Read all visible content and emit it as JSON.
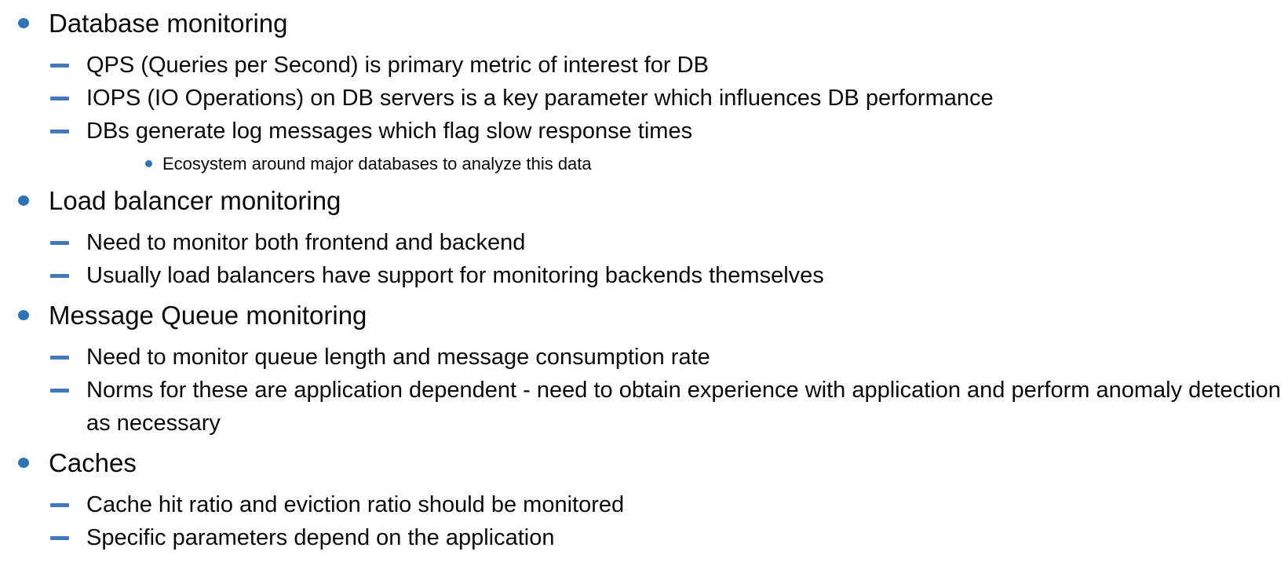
{
  "slide": {
    "colors": {
      "background": "#FFFFFF",
      "text": "#0A0A0A",
      "bullet_blue": "#2E74B5",
      "dash_blue": "#4178BE"
    },
    "sections": [
      {
        "title": "Database monitoring",
        "items": [
          {
            "text": "QPS (Queries per Second) is primary metric of interest for DB"
          },
          {
            "text": "IOPS (IO Operations) on DB servers is a key parameter which influences DB performance"
          },
          {
            "text": "DBs generate log messages which flag slow response times",
            "children": [
              "Ecosystem around major databases to analyze this data"
            ]
          }
        ]
      },
      {
        "title": "Load balancer monitoring",
        "items": [
          {
            "text": "Need to monitor both frontend and backend"
          },
          {
            "text": "Usually load balancers have support for monitoring backends themselves"
          }
        ]
      },
      {
        "title": "Message Queue monitoring",
        "items": [
          {
            "text": "Need to monitor queue length and message consumption rate"
          },
          {
            "text": "Norms for these are application dependent - need to obtain experience with application and perform anomaly detection as necessary"
          }
        ]
      },
      {
        "title": "Caches",
        "items": [
          {
            "text": "Cache hit ratio and eviction ratio should be monitored"
          },
          {
            "text": "Specific parameters depend on the application"
          }
        ]
      }
    ]
  }
}
